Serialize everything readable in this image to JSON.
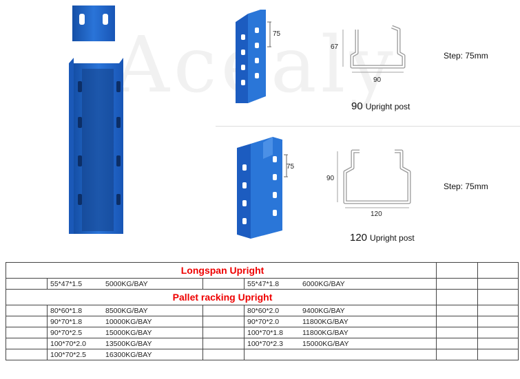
{
  "watermark": "Acealy",
  "upright_90": {
    "label_number": "90",
    "label_text": "Upright post",
    "step": "Step: 75mm",
    "dim_height": "67",
    "dim_width": "90",
    "dim_hole": "75"
  },
  "upright_120": {
    "label_number": "120",
    "label_text": "Upright post",
    "step": "Step: 75mm",
    "dim_height": "90",
    "dim_width": "120",
    "dim_hole": "75"
  },
  "table": {
    "longspan_title": "Longspan Upright",
    "longspan_rows": [
      {
        "left_size": "55*47*1.5",
        "left_load": "5000KG/BAY",
        "right_size": "55*47*1.8",
        "right_load": "6000KG/BAY"
      }
    ],
    "pallet_title": "Pallet racking Upright",
    "pallet_rows": [
      {
        "left_size": "80*60*1.8",
        "left_load": "8500KG/BAY",
        "right_size": "80*60*2.0",
        "right_load": "9400KG/BAY"
      },
      {
        "left_size": "90*70*1.8",
        "left_load": "10000KG/BAY",
        "right_size": "90*70*2.0",
        "right_load": "11800KG/BAY"
      },
      {
        "left_size": "90*70*2.5",
        "left_load": "15000KG/BAY",
        "right_size": "100*70*1.8",
        "right_load": "11800KG/BAY"
      },
      {
        "left_size": "100*70*2.0",
        "left_load": "13500KG/BAY",
        "right_size": "100*70*2.3",
        "right_load": "15000KG/BAY"
      },
      {
        "left_size": "100*70*2.5",
        "left_load": "16300KG/BAY",
        "right_size": "",
        "right_load": ""
      }
    ]
  },
  "colors": {
    "upright_blue": "#1e63c8",
    "title_red": "#e00000"
  }
}
